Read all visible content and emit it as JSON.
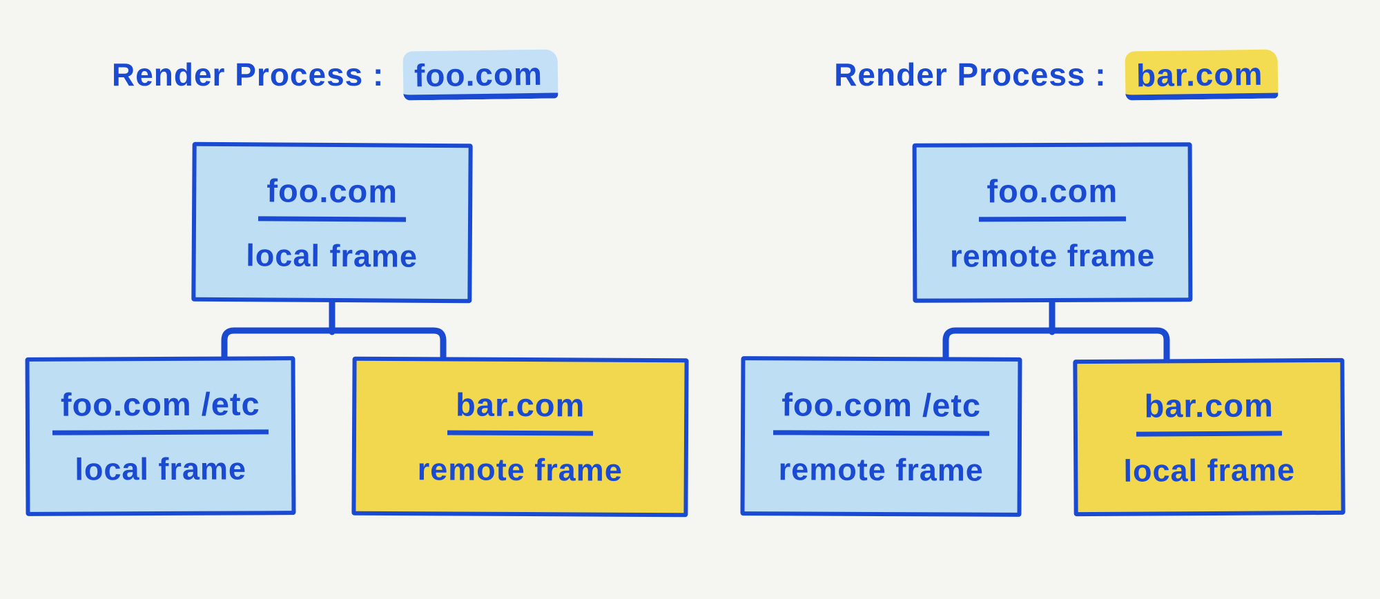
{
  "colors": {
    "background": "#F5F5F2",
    "ink_blue": "#1B4AD2",
    "light_blue_fill": "#BEDEF3",
    "yellow_fill": "#F2D84E",
    "title_highlight_blue": "#C3E0F7",
    "title_highlight_yellow": "#F4DC52"
  },
  "panels": [
    {
      "title": {
        "prefix": "Render Process :",
        "domain": "foo.com",
        "highlight_color": "#C3E0F7"
      },
      "root": {
        "domain": "foo.com",
        "frame": "local frame",
        "fill": "#BEDEF3"
      },
      "children": [
        {
          "domain": "foo.com /etc",
          "frame": "local frame",
          "fill": "#BEDEF3"
        },
        {
          "domain": "bar.com",
          "frame": "remote frame",
          "fill": "#F2D84E"
        }
      ]
    },
    {
      "title": {
        "prefix": "Render Process :",
        "domain": "bar.com",
        "highlight_color": "#F4DC52"
      },
      "root": {
        "domain": "foo.com",
        "frame": "remote frame",
        "fill": "#BEDEF3"
      },
      "children": [
        {
          "domain": "foo.com /etc",
          "frame": "remote frame",
          "fill": "#BEDEF3"
        },
        {
          "domain": "bar.com",
          "frame": "local frame",
          "fill": "#F2D84E"
        }
      ]
    }
  ]
}
